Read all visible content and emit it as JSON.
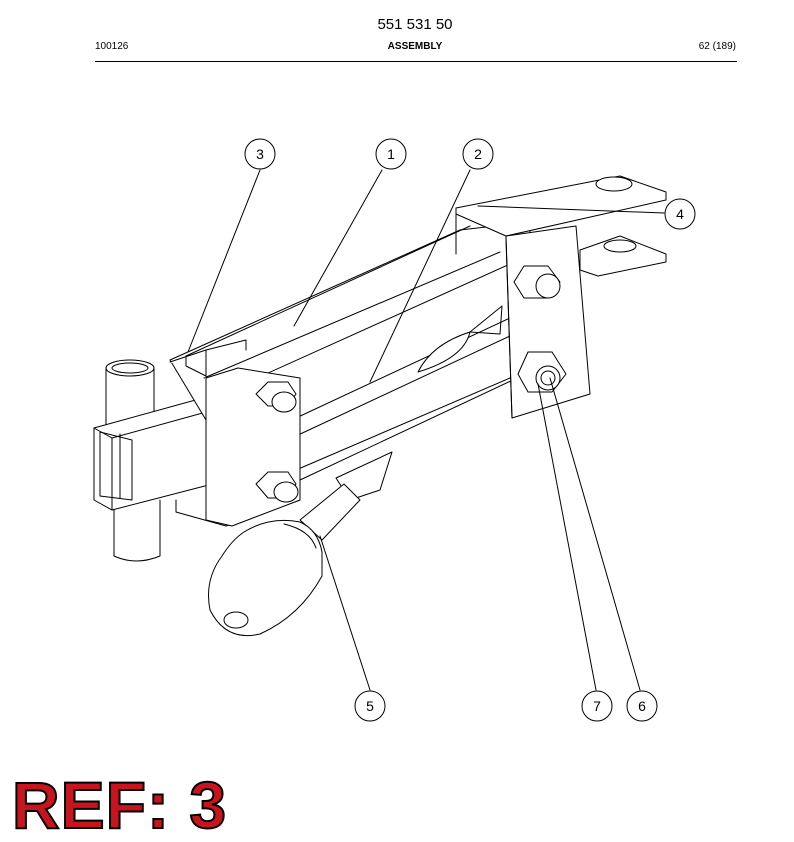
{
  "header": {
    "document_number": "551 531 50",
    "date_code": "100126",
    "section_title": "ASSEMBLY",
    "page_info": "62 (189)"
  },
  "drawing": {
    "callouts": [
      {
        "id": "1",
        "label": "1"
      },
      {
        "id": "2",
        "label": "2"
      },
      {
        "id": "3",
        "label": "3"
      },
      {
        "id": "4",
        "label": "4"
      },
      {
        "id": "5",
        "label": "5"
      },
      {
        "id": "6",
        "label": "6"
      },
      {
        "id": "7",
        "label": "7"
      }
    ]
  },
  "reference": {
    "label": "REF: 3",
    "color": "#c8141e"
  }
}
